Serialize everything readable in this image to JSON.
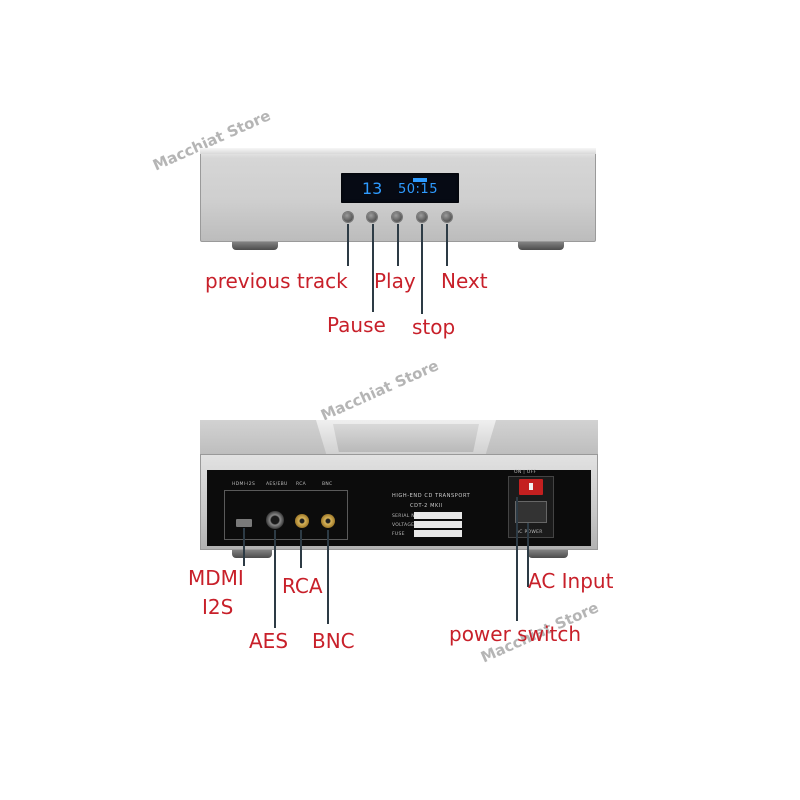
{
  "watermarks": [
    "Macchiat Store",
    "Macchiat Store",
    "Macchiat Store"
  ],
  "front_display": {
    "track": "13",
    "time": "50:15"
  },
  "front_labels": {
    "previous_track": "previous track",
    "play": "Play",
    "next": "Next",
    "pause": "Pause",
    "stop": "stop"
  },
  "rear_panel_text": {
    "hdmi": "HDMI-I2S",
    "aes": "AES/EBU",
    "rca": "RCA",
    "bnc": "BNC",
    "title": "HIGH-END CD TRANSPORT",
    "model": "CDT-2 MKII",
    "serial": "SERIAL NO.",
    "voltage": "VOLTAGE",
    "fuse": "FUSE",
    "on_off": "ON | OFF",
    "ac_power": "AC POWER"
  },
  "rear_labels": {
    "mdmi": "MDMI",
    "i2s": "I2S",
    "rca": "RCA",
    "aes": "AES",
    "bnc": "BNC",
    "ac_input": "AC Input",
    "power_switch": "power switch"
  }
}
